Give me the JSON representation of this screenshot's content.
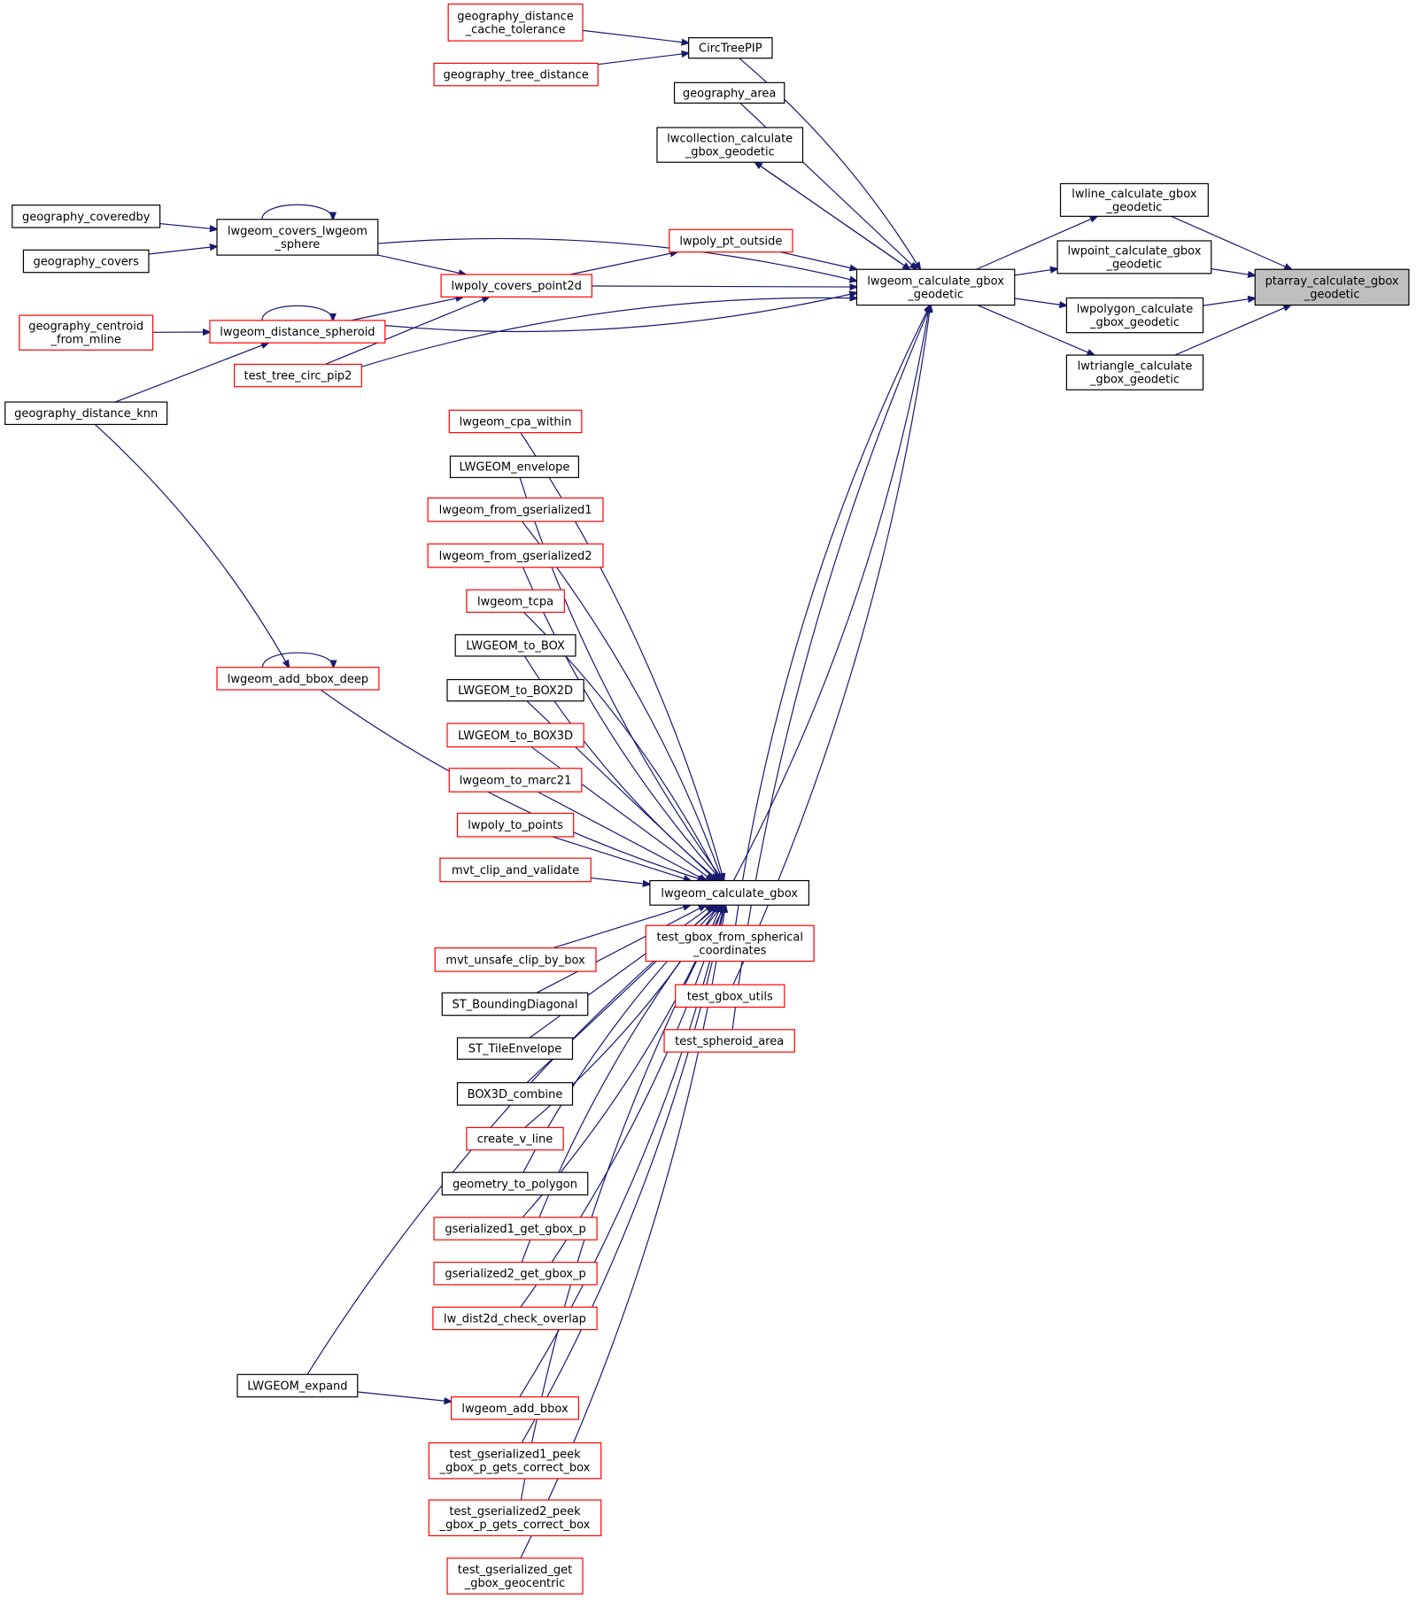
{
  "diagram": {
    "root": "ptarray_calculate_gbox_geodetic",
    "colors": {
      "edge": "#191970",
      "border_documented": "#000000",
      "border_truncated": "#ff0000",
      "root_fill": "#bfbfbf"
    },
    "nodes": {
      "ptarray_calculate_gbox_geodetic": {
        "lines": [
          "ptarray_calculate_gbox",
          "_geodetic"
        ],
        "style": "root"
      },
      "lwline_calculate_gbox_geodetic": {
        "lines": [
          "lwline_calculate_gbox",
          "_geodetic"
        ],
        "style": "black"
      },
      "lwpoint_calculate_gbox_geodetic": {
        "lines": [
          "lwpoint_calculate_gbox",
          "_geodetic"
        ],
        "style": "black"
      },
      "lwpolygon_calculate_gbox_geodetic": {
        "lines": [
          "lwpolygon_calculate",
          "_gbox_geodetic"
        ],
        "style": "black"
      },
      "lwtriangle_calculate_gbox_geodetic": {
        "lines": [
          "lwtriangle_calculate",
          "_gbox_geodetic"
        ],
        "style": "black"
      },
      "lwgeom_calculate_gbox_geodetic": {
        "lines": [
          "lwgeom_calculate_gbox",
          "_geodetic"
        ],
        "style": "black"
      },
      "CircTreePIP": {
        "lines": [
          "CircTreePIP"
        ],
        "style": "black"
      },
      "geography_distance_cache_tolerance": {
        "lines": [
          "geography_distance",
          "_cache_tolerance"
        ],
        "style": "red"
      },
      "geography_tree_distance": {
        "lines": [
          "geography_tree_distance"
        ],
        "style": "red"
      },
      "geography_area": {
        "lines": [
          "geography_area"
        ],
        "style": "black"
      },
      "lwcollection_calculate_gbox_geodetic": {
        "lines": [
          "lwcollection_calculate",
          "_gbox_geodetic"
        ],
        "style": "black"
      },
      "lwgeom_covers_lwgeom_sphere": {
        "lines": [
          "lwgeom_covers_lwgeom",
          "_sphere"
        ],
        "style": "black"
      },
      "geography_coveredby": {
        "lines": [
          "geography_coveredby"
        ],
        "style": "black"
      },
      "geography_covers": {
        "lines": [
          "geography_covers"
        ],
        "style": "black"
      },
      "lwpoly_pt_outside": {
        "lines": [
          "lwpoly_pt_outside"
        ],
        "style": "red"
      },
      "lwpoly_covers_point2d": {
        "lines": [
          "lwpoly_covers_point2d"
        ],
        "style": "red"
      },
      "lwgeom_distance_spheroid": {
        "lines": [
          "lwgeom_distance_spheroid"
        ],
        "style": "red"
      },
      "geography_centroid_from_mline": {
        "lines": [
          "geography_centroid",
          "_from_mline"
        ],
        "style": "red"
      },
      "geography_distance_knn": {
        "lines": [
          "geography_distance_knn"
        ],
        "style": "black"
      },
      "test_tree_circ_pip2": {
        "lines": [
          "test_tree_circ_pip2"
        ],
        "style": "red"
      },
      "lwgeom_add_bbox_deep": {
        "lines": [
          "lwgeom_add_bbox_deep"
        ],
        "style": "red"
      },
      "lwgeom_calculate_gbox": {
        "lines": [
          "lwgeom_calculate_gbox"
        ],
        "style": "black"
      },
      "lwgeom_cpa_within": {
        "lines": [
          "lwgeom_cpa_within"
        ],
        "style": "red"
      },
      "LWGEOM_envelope": {
        "lines": [
          "LWGEOM_envelope"
        ],
        "style": "black"
      },
      "lwgeom_from_gserialized1": {
        "lines": [
          "lwgeom_from_gserialized1"
        ],
        "style": "red"
      },
      "lwgeom_from_gserialized2": {
        "lines": [
          "lwgeom_from_gserialized2"
        ],
        "style": "red"
      },
      "lwgeom_tcpa": {
        "lines": [
          "lwgeom_tcpa"
        ],
        "style": "red"
      },
      "LWGEOM_to_BOX": {
        "lines": [
          "LWGEOM_to_BOX"
        ],
        "style": "black"
      },
      "LWGEOM_to_BOX2D": {
        "lines": [
          "LWGEOM_to_BOX2D"
        ],
        "style": "black"
      },
      "LWGEOM_to_BOX3D": {
        "lines": [
          "LWGEOM_to_BOX3D"
        ],
        "style": "red"
      },
      "lwgeom_to_marc21": {
        "lines": [
          "lwgeom_to_marc21"
        ],
        "style": "red"
      },
      "lwpoly_to_points": {
        "lines": [
          "lwpoly_to_points"
        ],
        "style": "red"
      },
      "mvt_clip_and_validate": {
        "lines": [
          "mvt_clip_and_validate"
        ],
        "style": "red"
      },
      "mvt_unsafe_clip_by_box": {
        "lines": [
          "mvt_unsafe_clip_by_box"
        ],
        "style": "red"
      },
      "ST_BoundingDiagonal": {
        "lines": [
          "ST_BoundingDiagonal"
        ],
        "style": "black"
      },
      "ST_TileEnvelope": {
        "lines": [
          "ST_TileEnvelope"
        ],
        "style": "black"
      },
      "BOX3D_combine": {
        "lines": [
          "BOX3D_combine"
        ],
        "style": "black"
      },
      "create_v_line": {
        "lines": [
          "create_v_line"
        ],
        "style": "red"
      },
      "geometry_to_polygon": {
        "lines": [
          "geometry_to_polygon"
        ],
        "style": "black"
      },
      "gserialized1_get_gbox_p": {
        "lines": [
          "gserialized1_get_gbox_p"
        ],
        "style": "red"
      },
      "gserialized2_get_gbox_p": {
        "lines": [
          "gserialized2_get_gbox_p"
        ],
        "style": "red"
      },
      "lw_dist2d_check_overlap": {
        "lines": [
          "lw_dist2d_check_overlap"
        ],
        "style": "red"
      },
      "LWGEOM_expand": {
        "lines": [
          "LWGEOM_expand"
        ],
        "style": "black"
      },
      "lwgeom_add_bbox": {
        "lines": [
          "lwgeom_add_bbox"
        ],
        "style": "red"
      },
      "test_gserialized1_peek_gbox_p_gets_correct_box": {
        "lines": [
          "test_gserialized1_peek",
          "_gbox_p_gets_correct_box"
        ],
        "style": "red"
      },
      "test_gserialized2_peek_gbox_p_gets_correct_box": {
        "lines": [
          "test_gserialized2_peek",
          "_gbox_p_gets_correct_box"
        ],
        "style": "red"
      },
      "test_gserialized_get_gbox_geocentric": {
        "lines": [
          "test_gserialized_get",
          "_gbox_geocentric"
        ],
        "style": "red"
      },
      "test_gbox_from_spherical_coordinates": {
        "lines": [
          "test_gbox_from_spherical",
          "_coordinates"
        ],
        "style": "red"
      },
      "test_gbox_utils": {
        "lines": [
          "test_gbox_utils"
        ],
        "style": "red"
      },
      "test_spheroid_area": {
        "lines": [
          "test_spheroid_area"
        ],
        "style": "red"
      }
    },
    "edges": [
      [
        "lwline_calculate_gbox_geodetic",
        "ptarray_calculate_gbox_geodetic"
      ],
      [
        "lwpoint_calculate_gbox_geodetic",
        "ptarray_calculate_gbox_geodetic"
      ],
      [
        "lwpolygon_calculate_gbox_geodetic",
        "ptarray_calculate_gbox_geodetic"
      ],
      [
        "lwtriangle_calculate_gbox_geodetic",
        "ptarray_calculate_gbox_geodetic"
      ],
      [
        "lwgeom_calculate_gbox_geodetic",
        "lwline_calculate_gbox_geodetic"
      ],
      [
        "lwgeom_calculate_gbox_geodetic",
        "lwpoint_calculate_gbox_geodetic"
      ],
      [
        "lwgeom_calculate_gbox_geodetic",
        "lwpolygon_calculate_gbox_geodetic"
      ],
      [
        "lwgeom_calculate_gbox_geodetic",
        "lwtriangle_calculate_gbox_geodetic"
      ],
      [
        "CircTreePIP",
        "lwgeom_calculate_gbox_geodetic"
      ],
      [
        "geography_area",
        "lwgeom_calculate_gbox_geodetic"
      ],
      [
        "lwcollection_calculate_gbox_geodetic",
        "lwgeom_calculate_gbox_geodetic"
      ],
      [
        "lwgeom_calculate_gbox_geodetic",
        "lwcollection_calculate_gbox_geodetic"
      ],
      [
        "lwgeom_covers_lwgeom_sphere",
        "lwgeom_calculate_gbox_geodetic"
      ],
      [
        "lwpoly_pt_outside",
        "lwgeom_calculate_gbox_geodetic"
      ],
      [
        "lwpoly_covers_point2d",
        "lwgeom_calculate_gbox_geodetic"
      ],
      [
        "lwgeom_distance_spheroid",
        "lwgeom_calculate_gbox_geodetic"
      ],
      [
        "test_tree_circ_pip2",
        "lwgeom_calculate_gbox_geodetic"
      ],
      [
        "lwgeom_calculate_gbox",
        "lwgeom_calculate_gbox_geodetic"
      ],
      [
        "test_gbox_from_spherical_coordinates",
        "lwgeom_calculate_gbox_geodetic"
      ],
      [
        "test_gbox_utils",
        "lwgeom_calculate_gbox_geodetic"
      ],
      [
        "test_spheroid_area",
        "lwgeom_calculate_gbox_geodetic"
      ],
      [
        "geography_distance_cache_tolerance",
        "CircTreePIP"
      ],
      [
        "geography_tree_distance",
        "CircTreePIP"
      ],
      [
        "lwgeom_covers_lwgeom_sphere",
        "lwgeom_covers_lwgeom_sphere"
      ],
      [
        "geography_coveredby",
        "lwgeom_covers_lwgeom_sphere"
      ],
      [
        "geography_covers",
        "lwgeom_covers_lwgeom_sphere"
      ],
      [
        "lwpoly_covers_point2d",
        "lwpoly_pt_outside"
      ],
      [
        "lwgeom_covers_lwgeom_sphere",
        "lwpoly_covers_point2d"
      ],
      [
        "lwgeom_distance_spheroid",
        "lwpoly_covers_point2d"
      ],
      [
        "test_tree_circ_pip2",
        "lwpoly_covers_point2d"
      ],
      [
        "lwgeom_distance_spheroid",
        "lwgeom_distance_spheroid"
      ],
      [
        "geography_centroid_from_mline",
        "lwgeom_distance_spheroid"
      ],
      [
        "geography_distance_knn",
        "lwgeom_distance_spheroid"
      ],
      [
        "lwgeom_add_bbox_deep",
        "lwgeom_add_bbox_deep"
      ],
      [
        "geography_distance_knn",
        "lwgeom_add_bbox_deep"
      ],
      [
        "lwgeom_add_bbox_deep",
        "lwgeom_calculate_gbox"
      ],
      [
        "lwgeom_cpa_within",
        "lwgeom_calculate_gbox"
      ],
      [
        "LWGEOM_envelope",
        "lwgeom_calculate_gbox"
      ],
      [
        "lwgeom_from_gserialized1",
        "lwgeom_calculate_gbox"
      ],
      [
        "lwgeom_from_gserialized2",
        "lwgeom_calculate_gbox"
      ],
      [
        "lwgeom_tcpa",
        "lwgeom_calculate_gbox"
      ],
      [
        "LWGEOM_to_BOX",
        "lwgeom_calculate_gbox"
      ],
      [
        "LWGEOM_to_BOX2D",
        "lwgeom_calculate_gbox"
      ],
      [
        "LWGEOM_to_BOX3D",
        "lwgeom_calculate_gbox"
      ],
      [
        "lwgeom_to_marc21",
        "lwgeom_calculate_gbox"
      ],
      [
        "lwpoly_to_points",
        "lwgeom_calculate_gbox"
      ],
      [
        "mvt_clip_and_validate",
        "lwgeom_calculate_gbox"
      ],
      [
        "mvt_unsafe_clip_by_box",
        "lwgeom_calculate_gbox"
      ],
      [
        "ST_BoundingDiagonal",
        "lwgeom_calculate_gbox"
      ],
      [
        "ST_TileEnvelope",
        "lwgeom_calculate_gbox"
      ],
      [
        "BOX3D_combine",
        "lwgeom_calculate_gbox"
      ],
      [
        "create_v_line",
        "lwgeom_calculate_gbox"
      ],
      [
        "geometry_to_polygon",
        "lwgeom_calculate_gbox"
      ],
      [
        "gserialized1_get_gbox_p",
        "lwgeom_calculate_gbox"
      ],
      [
        "gserialized2_get_gbox_p",
        "lwgeom_calculate_gbox"
      ],
      [
        "lw_dist2d_check_overlap",
        "lwgeom_calculate_gbox"
      ],
      [
        "LWGEOM_expand",
        "lwgeom_calculate_gbox"
      ],
      [
        "lwgeom_add_bbox",
        "lwgeom_calculate_gbox"
      ],
      [
        "LWGEOM_expand",
        "lwgeom_add_bbox"
      ],
      [
        "test_gserialized1_peek_gbox_p_gets_correct_box",
        "lwgeom_calculate_gbox"
      ],
      [
        "test_gserialized2_peek_gbox_p_gets_correct_box",
        "lwgeom_calculate_gbox"
      ],
      [
        "test_gserialized_get_gbox_geocentric",
        "lwgeom_calculate_gbox"
      ]
    ]
  }
}
